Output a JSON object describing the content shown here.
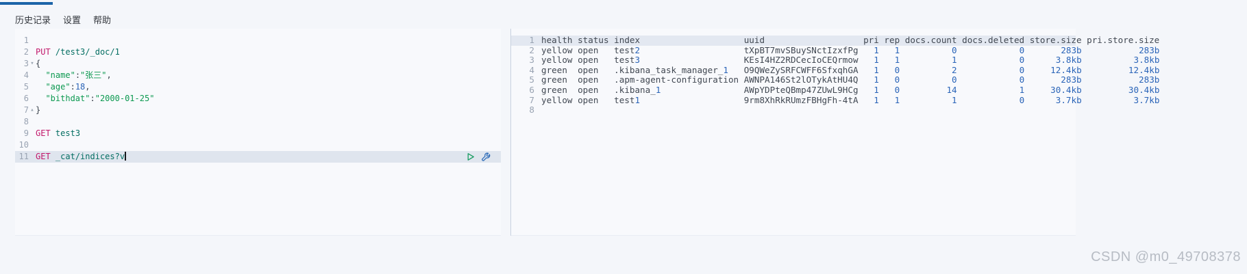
{
  "colors": {
    "accent": "#1b64a8",
    "method": "#c2186b",
    "url": "#046e62",
    "green": "#0c9950",
    "num": "#2a64b8",
    "play": "#1c9d63",
    "wrench": "#2f6db9"
  },
  "menu": {
    "items": [
      {
        "id": "history",
        "label": "历史记录"
      },
      {
        "id": "settings",
        "label": "设置"
      },
      {
        "id": "help",
        "label": "帮助"
      }
    ]
  },
  "editor": {
    "lines": [
      {
        "tokens": []
      },
      {
        "tokens": [
          [
            "method",
            "PUT"
          ],
          [
            "text",
            " "
          ],
          [
            "url",
            "/test3/_doc/1"
          ]
        ]
      },
      {
        "tokens": [
          [
            "punct",
            "{"
          ]
        ],
        "fold": "down"
      },
      {
        "tokens": [
          [
            "text",
            "  "
          ],
          [
            "key",
            "\"name\""
          ],
          [
            "punct",
            ":"
          ],
          [
            "str",
            "\"张三\""
          ],
          [
            "punct",
            ","
          ]
        ]
      },
      {
        "tokens": [
          [
            "text",
            "  "
          ],
          [
            "key",
            "\"age\""
          ],
          [
            "punct",
            ":"
          ],
          [
            "num",
            "18"
          ],
          [
            "punct",
            ","
          ]
        ]
      },
      {
        "tokens": [
          [
            "text",
            "  "
          ],
          [
            "key",
            "\"bithdat\""
          ],
          [
            "punct",
            ":"
          ],
          [
            "str",
            "\"2000-01-25\""
          ]
        ]
      },
      {
        "tokens": [
          [
            "punct",
            "}"
          ]
        ],
        "fold": "up"
      },
      {
        "tokens": []
      },
      {
        "tokens": [
          [
            "method",
            "GET"
          ],
          [
            "text",
            " "
          ],
          [
            "url",
            "test3"
          ]
        ]
      },
      {
        "tokens": []
      },
      {
        "tokens": [
          [
            "method",
            "GET"
          ],
          [
            "text",
            " "
          ],
          [
            "url",
            "_cat/indices?v"
          ]
        ],
        "active": true,
        "cursor": true
      }
    ]
  },
  "toolbar": {
    "send_icon": "play-icon",
    "options_icon": "wrench-icon"
  },
  "response": {
    "lines": [
      "health status index                    uuid                   pri rep docs.count docs.deleted store.size pri.store.size",
      "yellow open   test2                    tXpBT7mvSBuySNctIzxfPg   1   1          0            0       283b           283b",
      "yellow open   test3                    KEsI4HZ2RDCecIoCEQrmow   1   1          1            0      3.8kb          3.8kb",
      "green  open   .kibana_task_manager_1   O9QWeZySRFCWFF6SfxqhGA   1   0          2            0     12.4kb         12.4kb",
      "green  open   .apm-agent-configuration AWNPA146St2lOTykAtHU4Q   1   0          0            0       283b           283b",
      "green  open   .kibana_1                AWpYDPteQBmp47ZUwL9HCg   1   0         14            1     30.4kb         30.4kb",
      "yellow open   test1                    9rm8XhRkRUmzFBHgFh-4tA   1   1          1            0      3.7kb          3.7kb",
      ""
    ]
  },
  "watermark": {
    "text": "CSDN @m0_49708378"
  }
}
